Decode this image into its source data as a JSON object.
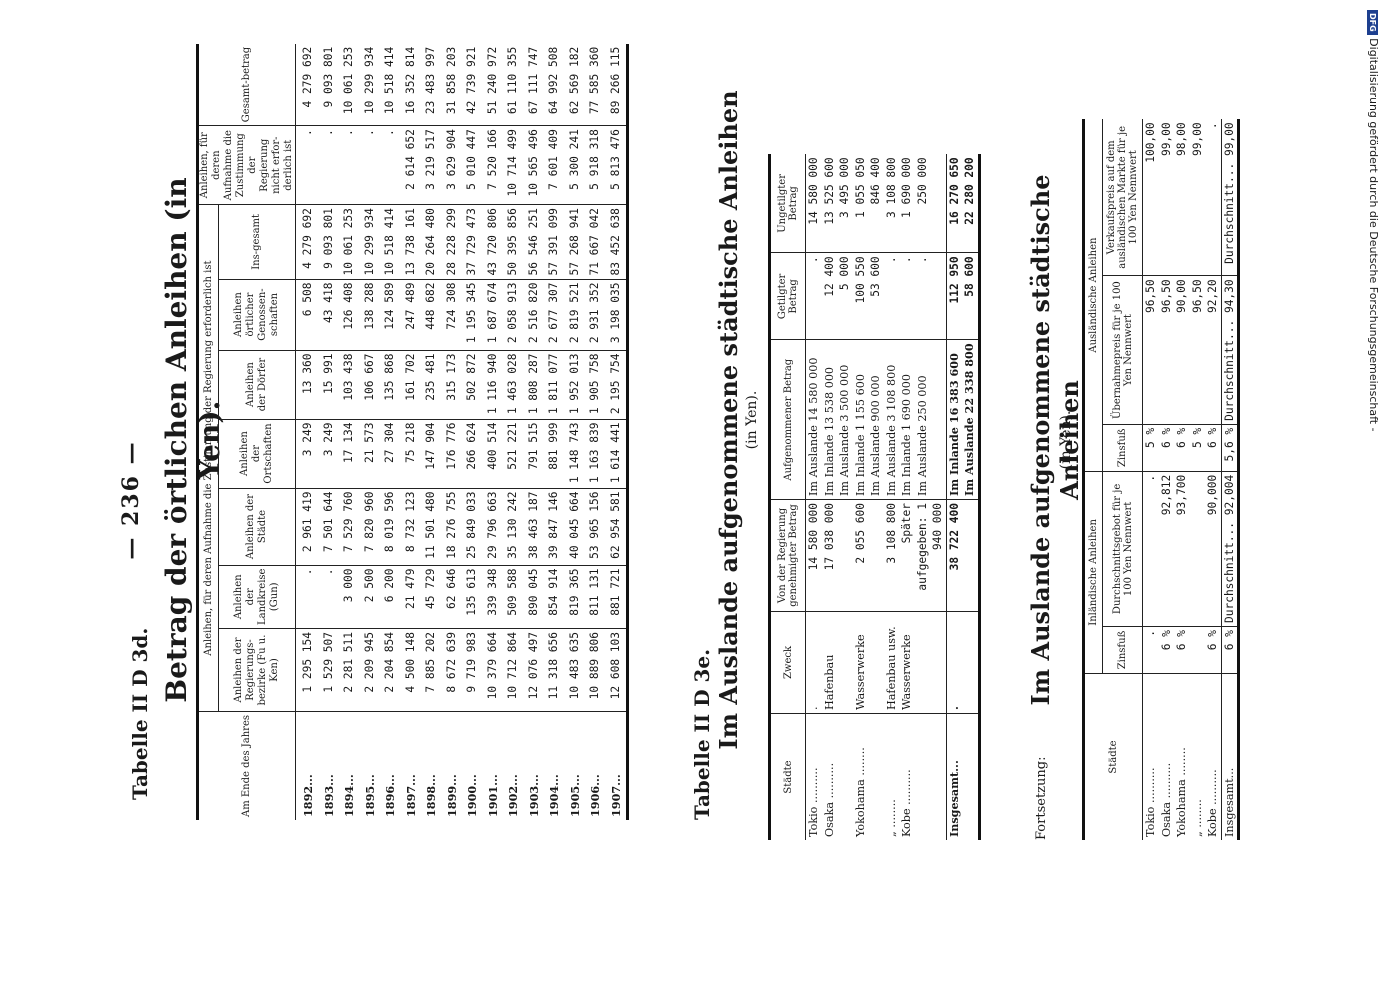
{
  "page_number": "— 236 —",
  "table_label_1": "Tabelle II D 3d.",
  "section1": {
    "title": "Betrag der örtlichen Anleihen (in Yen).",
    "headers": {
      "year": "Am Ende des Jahres",
      "group_need": "Anleihen, für deren Aufnahme die Zustimmung der Regierung erforderlich ist",
      "regierungsbezirke": "Anleihen der Regierungs-bezirke (Fu u. Ken)",
      "landkreise": "Anleihen der Landkreise (Gun)",
      "staedte": "Anleihen der Städte",
      "ortschaften": "Anleihen der Ortschaften",
      "doerfer": "Anleihen der Dörfer",
      "genossen": "Anleihen örtlicher Genossen-schaften",
      "insgesamt": "Ins-gesamt",
      "no_need": "Anleihen, für deren Aufnahme die Zustimmung der Regierung nicht erfor-derlich ist",
      "gesamtbetrag": "Gesamt-betrag"
    },
    "rows": [
      [
        "1892...",
        "1 295 154",
        ".",
        "2 961 419",
        "3 249",
        "13 360",
        "6 508",
        "4 279 692",
        ".",
        "4 279 692"
      ],
      [
        "1893...",
        "1 529 507",
        ".",
        "7 501 644",
        "3 249",
        "15 991",
        "43 418",
        "9 093 801",
        ".",
        "9 093 801"
      ],
      [
        "1894...",
        "2 281 511",
        "3 000",
        "7 529 760",
        "17 134",
        "103 438",
        "126 408",
        "10 061 253",
        ".",
        "10 061 253"
      ],
      [
        "1895...",
        "2 209 945",
        "2 500",
        "7 820 960",
        "21 573",
        "106 667",
        "138 288",
        "10 299 934",
        ".",
        "10 299 934"
      ],
      [
        "1896...",
        "2 204 854",
        "6 200",
        "8 019 596",
        "27 304",
        "135 868",
        "124 589",
        "10 518 414",
        ".",
        "10 518 414"
      ],
      [
        "1897...",
        "4 500 148",
        "21 479",
        "8 732 123",
        "75 218",
        "161 702",
        "247 489",
        "13 738 161",
        "2 614 652",
        "16 352 814"
      ],
      [
        "1898...",
        "7 885 202",
        "45 729",
        "11 501 480",
        "147 904",
        "235 481",
        "448 682",
        "20 264 480",
        "3 219 517",
        "23 483 997"
      ],
      [
        "1899...",
        "8 672 639",
        "62 646",
        "18 276 755",
        "176 776",
        "315 173",
        "724 308",
        "28 228 299",
        "3 629 904",
        "31 858 203"
      ],
      [
        "1900...",
        "9 719 983",
        "135 613",
        "25 849 033",
        "266 624",
        "502 872",
        "1 195 345",
        "37 729 473",
        "5 010 447",
        "42 739 921"
      ],
      [
        "1901...",
        "10 379 664",
        "339 348",
        "29 796 663",
        "400 514",
        "1 116 940",
        "1 687 674",
        "43 720 806",
        "7 520 166",
        "51 240 972"
      ],
      [
        "1902...",
        "10 712 864",
        "509 588",
        "35 130 242",
        "521 221",
        "1 463 028",
        "2 058 913",
        "50 395 856",
        "10 714 499",
        "61 110 355"
      ],
      [
        "1903...",
        "12 076 497",
        "890 045",
        "38 463 187",
        "791 515",
        "1 808 287",
        "2 516 820",
        "56 546 251",
        "10 565 496",
        "67 111 747"
      ],
      [
        "1904...",
        "11 318 656",
        "854 914",
        "39 847 146",
        "881 999",
        "1 811 077",
        "2 677 307",
        "57 391 099",
        "7 601 409",
        "64 992 508"
      ],
      [
        "1905...",
        "10 483 635",
        "819 365",
        "40 045 664",
        "1 148 743",
        "1 952 013",
        "2 819 521",
        "57 268 941",
        "5 300 241",
        "62 569 182"
      ],
      [
        "1906...",
        "10 889 806",
        "811 131",
        "53 965 156",
        "1 163 839",
        "1 905 758",
        "2 931 352",
        "71 667 042",
        "5 918 318",
        "77 585 360"
      ],
      [
        "1907...",
        "12 608 103",
        "881 721",
        "62 954 581",
        "1 614 441",
        "2 195 754",
        "3 198 035",
        "83 452 638",
        "5 813 476",
        "89 266 115"
      ]
    ]
  },
  "table_label_2": "Tabelle II D 3e.",
  "section2": {
    "title": "Im Auslande aufgenommene städtische Anleihen",
    "subtitle": "(in Yen).",
    "headers": [
      "Städte",
      "Zweck",
      "Von der Regierung genehmigter Betrag",
      "Aufgenommener Betrag",
      "Getilgter Betrag",
      "Ungetilgter Betrag"
    ],
    "rows": [
      {
        "city": "Tokio ..........",
        "purpose": ".",
        "approved": "14 580 000",
        "taken": [
          "Im Auslande 14 580 000"
        ],
        "paid": ".",
        "unpaid": "14 580 000"
      },
      {
        "city": "Osaka ..........",
        "purpose": "Hafenbau",
        "approved": "17 038 000",
        "taken": [
          "Im Inlande 13 538 000",
          "Im Auslande 3 500 000"
        ],
        "paid": "12 400\n5 000",
        "unpaid": "13 525 600\n3 495 000"
      },
      {
        "city": "Yokohama ........",
        "purpose": "Wasserwerke",
        "approved": "2 055 600",
        "taken": [
          "Im Inlande 1 155 600",
          "Im Auslande 900 000"
        ],
        "paid": "100 550\n53 600",
        "unpaid": "1 055 050\n846 400"
      },
      {
        "city": "„ ........",
        "purpose": "Hafenbau usw.",
        "approved": "3 108 800",
        "taken": [
          "Im Auslande 3 108 800"
        ],
        "paid": ".",
        "unpaid": "3 108 800"
      },
      {
        "city": "Kobe ..........",
        "purpose": "Wasserwerke",
        "approved": "Später aufgegeben: 1 940 000",
        "taken": [
          "Im Inlande 1 690 000",
          "Im Auslande 250 000"
        ],
        "paid": ".\n.",
        "unpaid": "1 690 000\n250 000"
      }
    ],
    "total": {
      "label": "Insgesamt...",
      "purpose": ".",
      "approved": "38 722 400",
      "taken": [
        "Im Inlande 16 383 600",
        "Im Auslande 22 338 800"
      ],
      "paid": "112 950\n58 600",
      "unpaid": "16 270 650\n22 280 200"
    }
  },
  "section3": {
    "prefix": "Fortsetzung:",
    "title": "Im Auslande aufgenommene städtische Anleihen",
    "subtitle": "(in Yen).",
    "group_inland": "Inländische Anleihen",
    "group_ausland": "Ausländische Anleihen",
    "headers": [
      "Städte",
      "Zinsfuß",
      "Durchschnittsgebot für je 100 Yen Nennwert",
      "Zinsfuß",
      "Übernahmepreis für je 100 Yen Nennwert",
      "Verkaufspreis auf dem ausländischen Markte für je 100 Yen Nennwert"
    ],
    "rows": [
      [
        "Tokio ..........",
        ".",
        ".",
        "5 %",
        "96,50",
        "100,00"
      ],
      [
        "Osaka ..........",
        "6 %",
        "92,812",
        "6 %",
        "96,50",
        "99,00"
      ],
      [
        "Yokohama ........",
        "6 %",
        "93,700",
        "6 %",
        "90,00",
        "98,00"
      ],
      [
        "„ ........",
        "",
        "",
        "5 %",
        "96,50",
        "99,00"
      ],
      [
        "Kobe ..........",
        "6 %",
        "90,000",
        "6 %",
        "92,20",
        "."
      ]
    ],
    "total": [
      "Insgesamt...",
      "6 %",
      "Durchschnitt... 92,004",
      "5,6 %",
      "Durchschnitt... 94,30",
      "Durchschnitt... 99,00"
    ]
  },
  "footer": {
    "text": "Digitalisierung gefördert durch die Deutsche Forschungsgemeinschaft -",
    "logo": "DFG"
  }
}
